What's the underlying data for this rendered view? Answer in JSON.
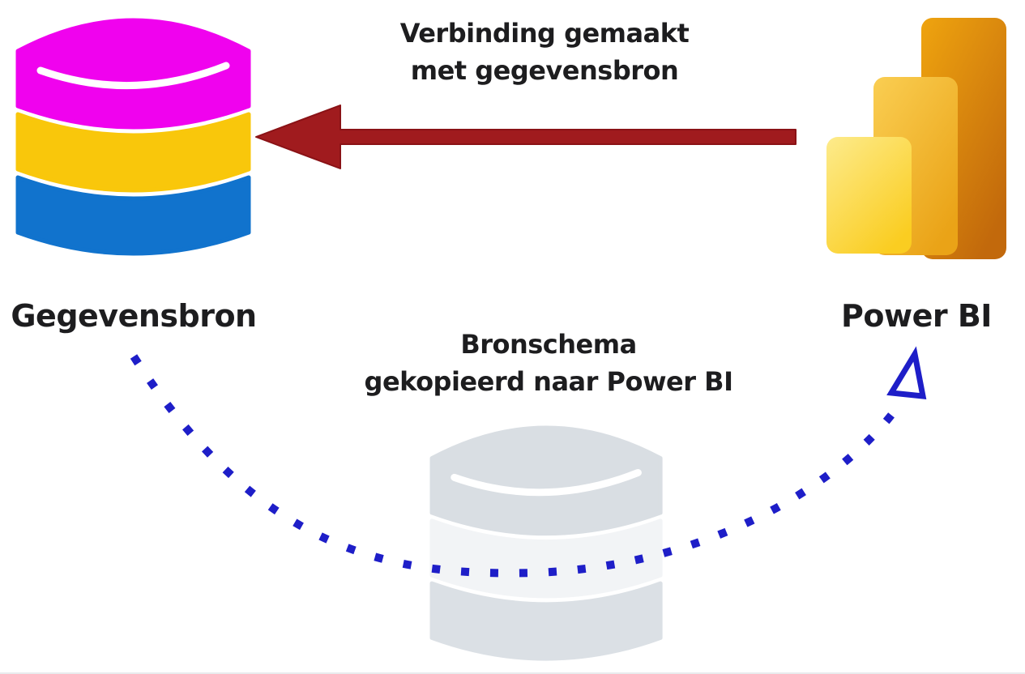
{
  "diagram": {
    "top_caption": {
      "line1": "Verbinding gemaakt",
      "line2": "met gegevensbron"
    },
    "bottom_caption": {
      "line1": "Bronschema",
      "line2": "gekopieerd naar Power BI"
    },
    "source_label": "Gegevensbron",
    "powerbi_label": "Power BI"
  },
  "icons": {
    "source_database": "database-cylinder-icon",
    "schema_database": "gray-database-cylinder-icon",
    "powerbi_logo": "powerbi-bar-chart-logo",
    "connection_arrow": "solid-left-arrow",
    "copy_arrow": "curved-dotted-arrow-with-open-arrowhead"
  },
  "colors": {
    "bg": "#ffffff",
    "text": "#1d1d1f",
    "db_magenta": "#f002ee",
    "db_yellow": "#f9c70b",
    "db_blue": "#1173cd",
    "gray_top": "#d9dee3",
    "gray_mid": "#f2f4f6",
    "gray_bottom": "#dbe0e5",
    "arrow_red": "#a01b1e",
    "arrow_red_edge": "#8a1216",
    "dot_blue": "#1e1ec8",
    "pb_tall_1": "#efa40f",
    "pb_tall_2": "#c2690c",
    "pb_mid_1": "#face52",
    "pb_mid_2": "#eaa317",
    "pb_short_1": "#fdeb8c",
    "pb_short_2": "#facd21"
  }
}
